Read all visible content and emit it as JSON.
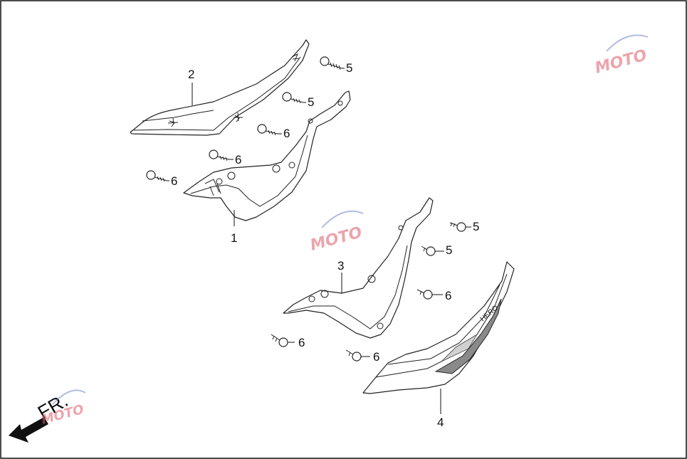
{
  "callouts": {
    "c1": "1",
    "c2": "2",
    "c3": "3",
    "c4": "4",
    "c5a": "5",
    "c5b": "5",
    "c5c": "5",
    "c5d": "5",
    "c6a": "6",
    "c6b": "6",
    "c6c": "6",
    "c6d": "6",
    "c6e": "6",
    "c6f": "6"
  },
  "direction_label": "FR.",
  "part_lettering": "HERO",
  "watermark": "MOTO",
  "colors": {
    "line": "#222222",
    "background": "#ffffff",
    "watermark": "#e05a6a",
    "arrow": "#111111"
  }
}
